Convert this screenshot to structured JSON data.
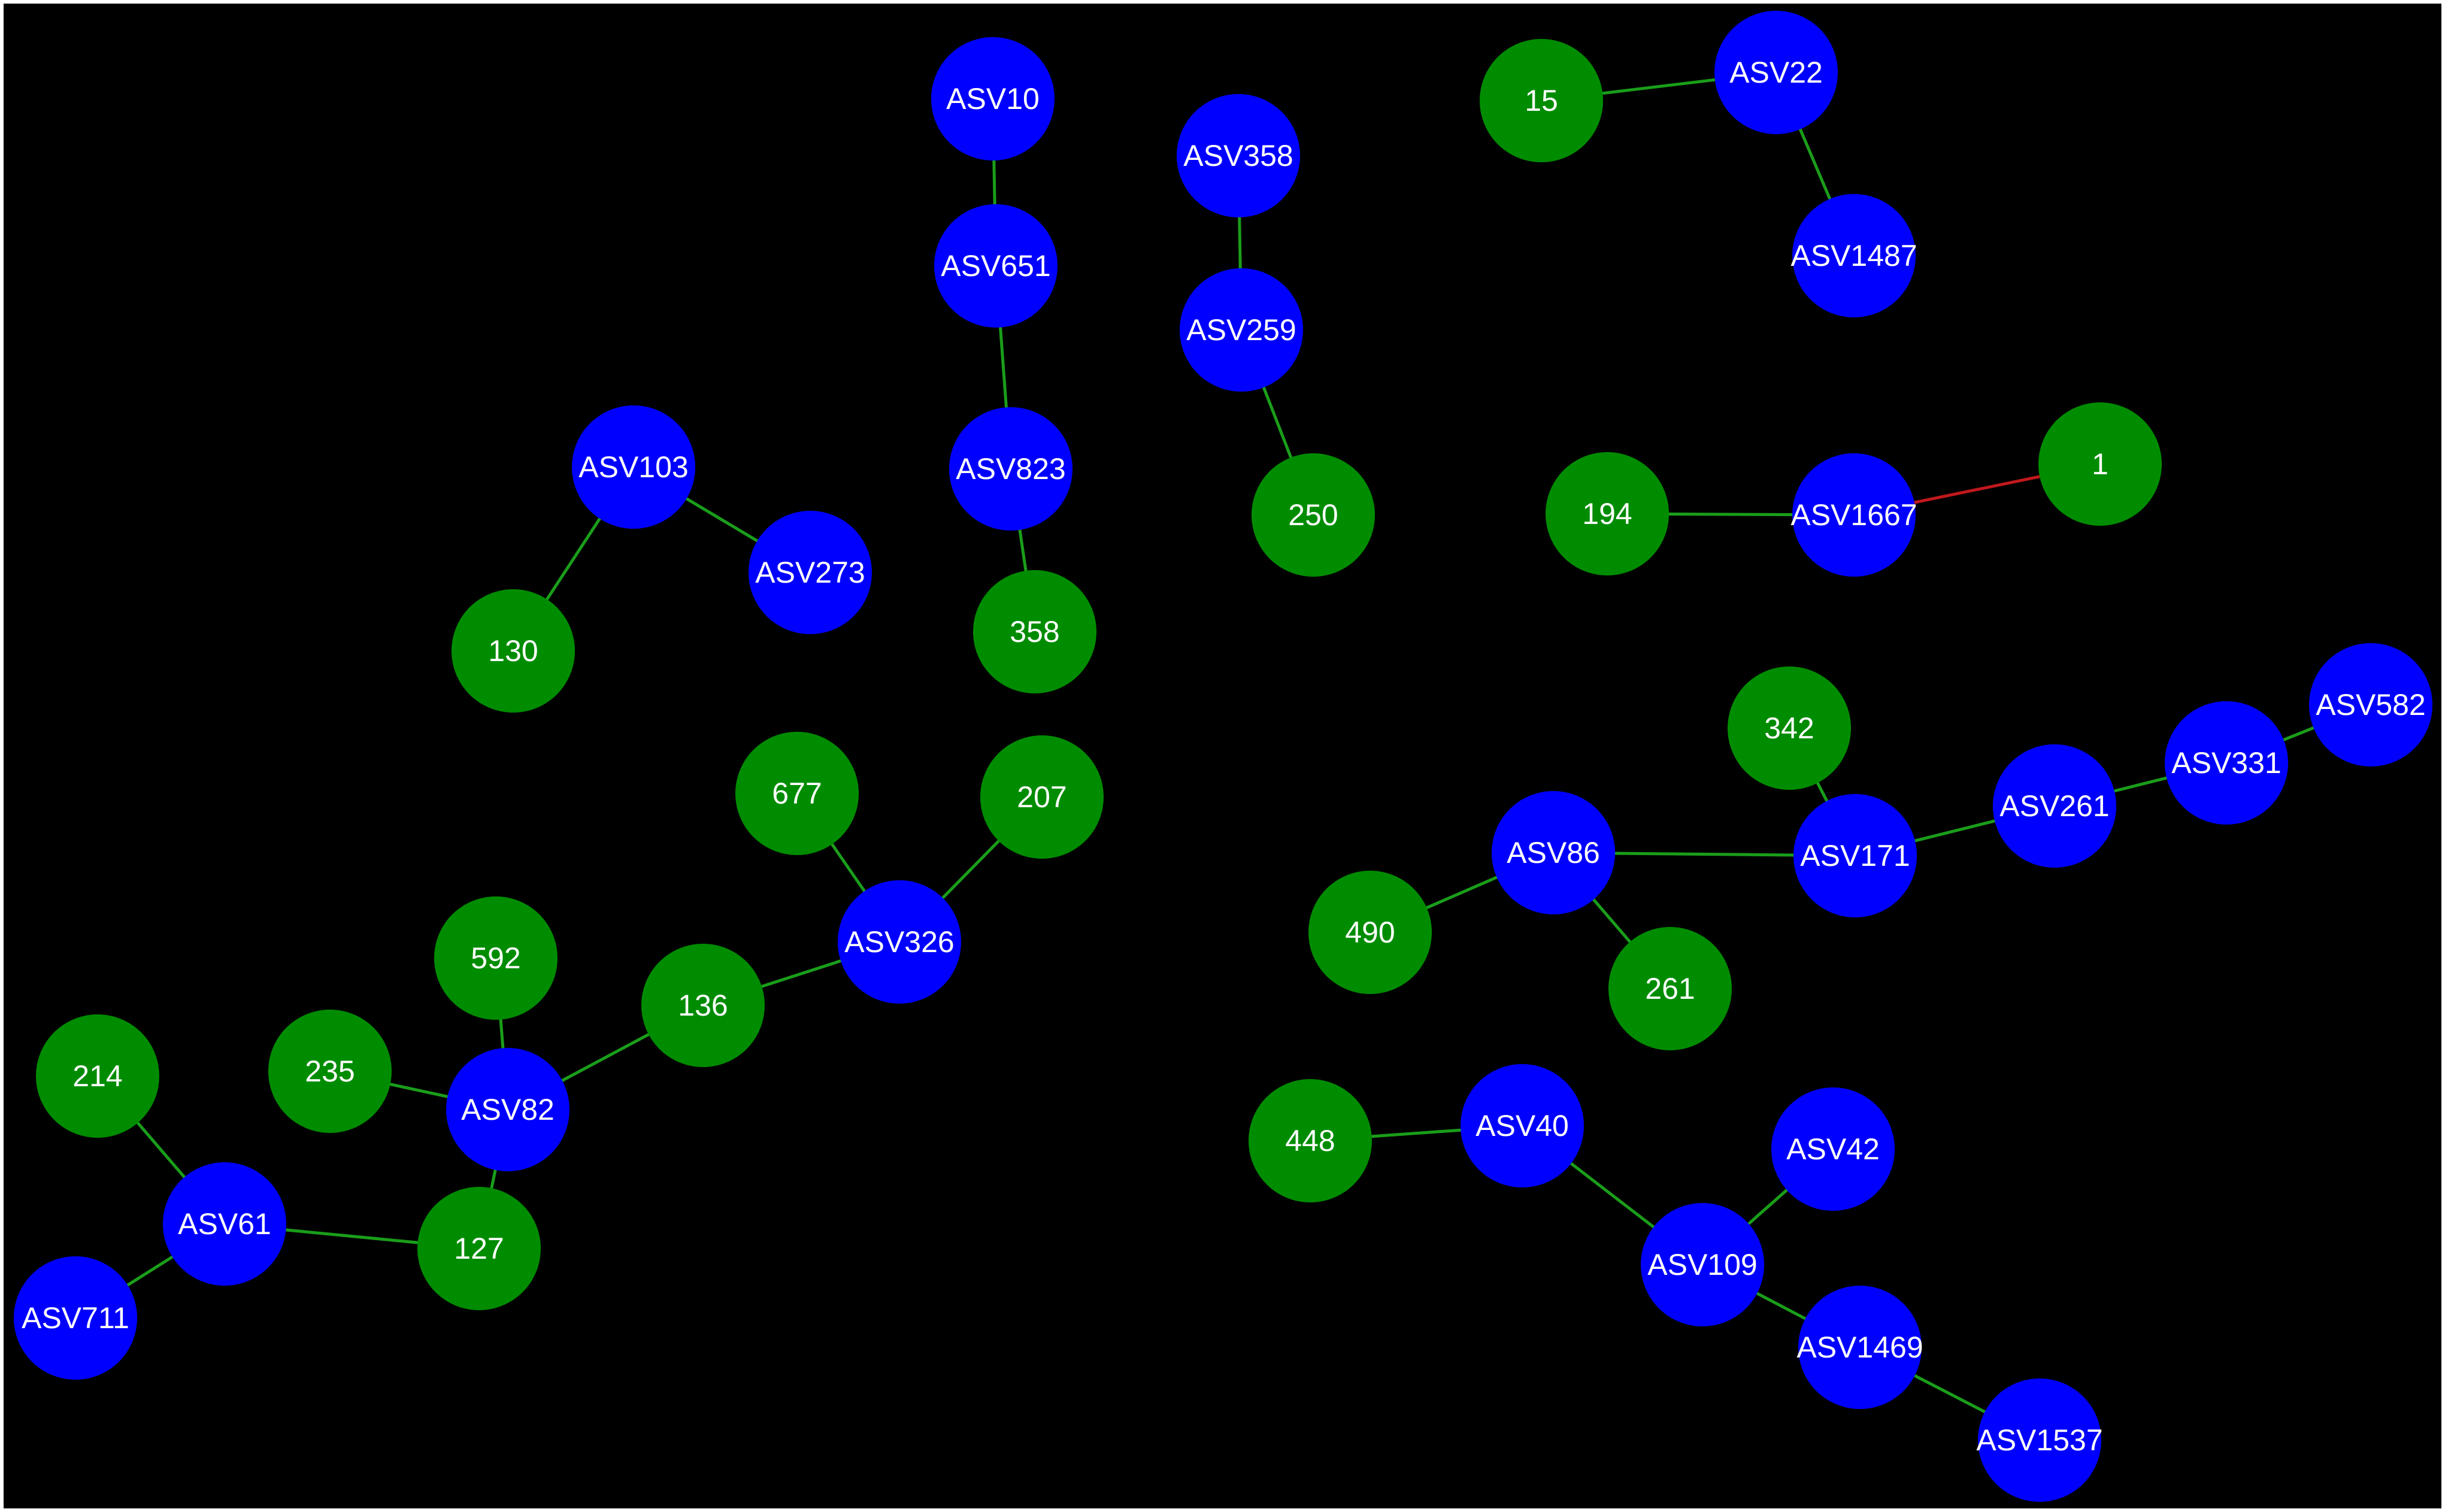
{
  "colors": {
    "background": "#000000",
    "border": "#ffffff",
    "asv_node": "#0000ff",
    "numeric_node": "#008c00",
    "positive_edge": "#1a9e1a",
    "negative_edge": "#c0181c",
    "label": "#ffffff"
  },
  "nodes": [
    {
      "id": "ASV10",
      "label": "ASV10",
      "kind": "asv"
    },
    {
      "id": "ASV651",
      "label": "ASV651",
      "kind": "asv"
    },
    {
      "id": "ASV823",
      "label": "ASV823",
      "kind": "asv"
    },
    {
      "id": "N358",
      "label": "358",
      "kind": "numeric"
    },
    {
      "id": "ASV358",
      "label": "ASV358",
      "kind": "asv"
    },
    {
      "id": "ASV259",
      "label": "ASV259",
      "kind": "asv"
    },
    {
      "id": "N250",
      "label": "250",
      "kind": "numeric"
    },
    {
      "id": "N15",
      "label": "15",
      "kind": "numeric"
    },
    {
      "id": "ASV22",
      "label": "ASV22",
      "kind": "asv"
    },
    {
      "id": "ASV1487",
      "label": "ASV1487",
      "kind": "asv"
    },
    {
      "id": "ASV103",
      "label": "ASV103",
      "kind": "asv"
    },
    {
      "id": "ASV273",
      "label": "ASV273",
      "kind": "asv"
    },
    {
      "id": "N130",
      "label": "130",
      "kind": "numeric"
    },
    {
      "id": "N194",
      "label": "194",
      "kind": "numeric"
    },
    {
      "id": "ASV1667",
      "label": "ASV1667",
      "kind": "asv"
    },
    {
      "id": "N1",
      "label": "1",
      "kind": "numeric"
    },
    {
      "id": "N342",
      "label": "342",
      "kind": "numeric"
    },
    {
      "id": "ASV582",
      "label": "ASV582",
      "kind": "asv"
    },
    {
      "id": "ASV331",
      "label": "ASV331",
      "kind": "asv"
    },
    {
      "id": "ASV261",
      "label": "ASV261",
      "kind": "asv"
    },
    {
      "id": "ASV171",
      "label": "ASV171",
      "kind": "asv"
    },
    {
      "id": "ASV86",
      "label": "ASV86",
      "kind": "asv"
    },
    {
      "id": "N490",
      "label": "490",
      "kind": "numeric"
    },
    {
      "id": "N261",
      "label": "261",
      "kind": "numeric"
    },
    {
      "id": "N677",
      "label": "677",
      "kind": "numeric"
    },
    {
      "id": "N207",
      "label": "207",
      "kind": "numeric"
    },
    {
      "id": "ASV326",
      "label": "ASV326",
      "kind": "asv"
    },
    {
      "id": "N592",
      "label": "592",
      "kind": "numeric"
    },
    {
      "id": "N136",
      "label": "136",
      "kind": "numeric"
    },
    {
      "id": "N214",
      "label": "214",
      "kind": "numeric"
    },
    {
      "id": "N235",
      "label": "235",
      "kind": "numeric"
    },
    {
      "id": "ASV82",
      "label": "ASV82",
      "kind": "asv"
    },
    {
      "id": "ASV61",
      "label": "ASV61",
      "kind": "asv"
    },
    {
      "id": "N127",
      "label": "127",
      "kind": "numeric"
    },
    {
      "id": "ASV711",
      "label": "ASV711",
      "kind": "asv"
    },
    {
      "id": "N448",
      "label": "448",
      "kind": "numeric"
    },
    {
      "id": "ASV40",
      "label": "ASV40",
      "kind": "asv"
    },
    {
      "id": "ASV42",
      "label": "ASV42",
      "kind": "asv"
    },
    {
      "id": "ASV109",
      "label": "ASV109",
      "kind": "asv"
    },
    {
      "id": "ASV1469",
      "label": "ASV1469",
      "kind": "asv"
    },
    {
      "id": "ASV1537",
      "label": "ASV1537",
      "kind": "asv"
    }
  ],
  "edges": [
    {
      "source": "ASV10",
      "target": "ASV651",
      "sign": "positive"
    },
    {
      "source": "ASV651",
      "target": "ASV823",
      "sign": "positive"
    },
    {
      "source": "ASV823",
      "target": "N358",
      "sign": "positive"
    },
    {
      "source": "ASV358",
      "target": "ASV259",
      "sign": "positive"
    },
    {
      "source": "ASV259",
      "target": "N250",
      "sign": "positive"
    },
    {
      "source": "N15",
      "target": "ASV22",
      "sign": "positive"
    },
    {
      "source": "ASV22",
      "target": "ASV1487",
      "sign": "positive"
    },
    {
      "source": "ASV103",
      "target": "ASV273",
      "sign": "positive"
    },
    {
      "source": "ASV103",
      "target": "N130",
      "sign": "positive"
    },
    {
      "source": "N194",
      "target": "ASV1667",
      "sign": "positive"
    },
    {
      "source": "ASV1667",
      "target": "N1",
      "sign": "negative"
    },
    {
      "source": "N342",
      "target": "ASV171",
      "sign": "positive"
    },
    {
      "source": "ASV86",
      "target": "ASV171",
      "sign": "positive"
    },
    {
      "source": "ASV171",
      "target": "ASV261",
      "sign": "positive"
    },
    {
      "source": "ASV261",
      "target": "ASV331",
      "sign": "positive"
    },
    {
      "source": "ASV331",
      "target": "ASV582",
      "sign": "positive"
    },
    {
      "source": "ASV86",
      "target": "N490",
      "sign": "positive"
    },
    {
      "source": "ASV86",
      "target": "N261",
      "sign": "positive"
    },
    {
      "source": "N677",
      "target": "ASV326",
      "sign": "positive"
    },
    {
      "source": "N207",
      "target": "ASV326",
      "sign": "positive"
    },
    {
      "source": "N136",
      "target": "ASV326",
      "sign": "positive"
    },
    {
      "source": "ASV82",
      "target": "N136",
      "sign": "positive"
    },
    {
      "source": "N592",
      "target": "ASV82",
      "sign": "positive"
    },
    {
      "source": "N235",
      "target": "ASV82",
      "sign": "positive"
    },
    {
      "source": "ASV82",
      "target": "N127",
      "sign": "positive"
    },
    {
      "source": "N214",
      "target": "ASV61",
      "sign": "positive"
    },
    {
      "source": "ASV61",
      "target": "N127",
      "sign": "positive"
    },
    {
      "source": "ASV61",
      "target": "ASV711",
      "sign": "positive"
    },
    {
      "source": "N448",
      "target": "ASV40",
      "sign": "positive"
    },
    {
      "source": "ASV40",
      "target": "ASV109",
      "sign": "positive"
    },
    {
      "source": "ASV109",
      "target": "ASV42",
      "sign": "positive"
    },
    {
      "source": "ASV109",
      "target": "ASV1469",
      "sign": "positive"
    },
    {
      "source": "ASV1469",
      "target": "ASV1537",
      "sign": "positive"
    }
  ]
}
